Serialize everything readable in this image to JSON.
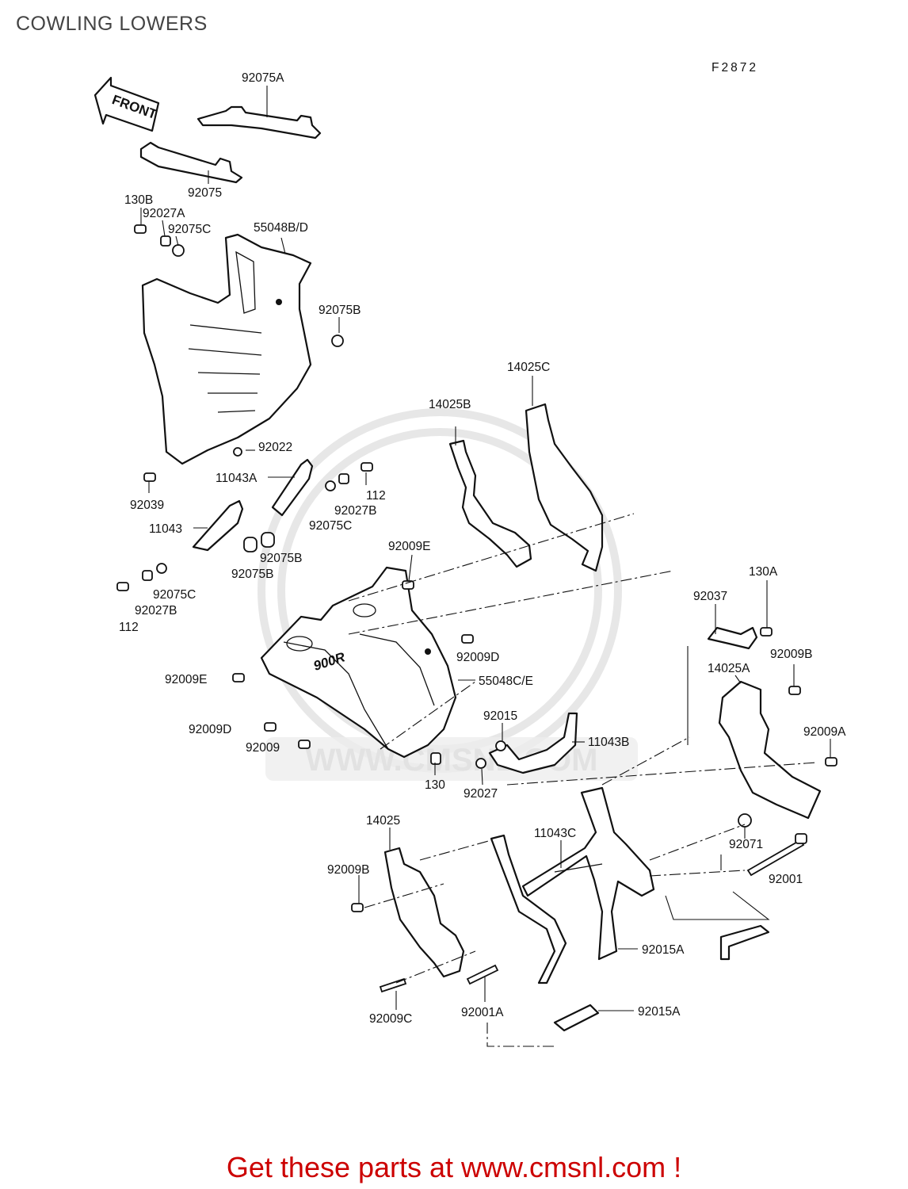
{
  "title": "COWLING LOWERS",
  "figure_id": "F2872",
  "front_arrow_label": "FRONT",
  "model_mark": "900R",
  "watermark_text": "WWW.CMSNL.COM",
  "promo_text": "Get these parts at www.cmsnl.com !",
  "colors": {
    "title": "#444444",
    "promo": "#cc0000",
    "line": "#111111",
    "watermark": "#dddddd"
  },
  "labels": {
    "p92075A": "92075A",
    "p92075": "92075",
    "p130B": "130B",
    "p92027A": "92027A",
    "p92075C_top": "92075C",
    "p55048BD": "55048B/D",
    "p92075B_top": "92075B",
    "p92022": "92022",
    "p92039": "92039",
    "p11043A": "11043A",
    "p112_right": "112",
    "p92027B_right": "92027B",
    "p92075C_mid": "92075C",
    "p11043": "11043",
    "p92075B_a": "92075B",
    "p92075B_b": "92075B",
    "p92075C_low": "92075C",
    "p92027B_low": "92027B",
    "p112_low": "112",
    "p14025B": "14025B",
    "p14025C": "14025C",
    "p92009E_top": "92009E",
    "p130A": "130A",
    "p92037": "92037",
    "p92009D_right": "92009D",
    "p92009B_right": "92009B",
    "p14025A": "14025A",
    "p92009E_left": "92009E",
    "p55048CE": "55048C/E",
    "p92009A": "92009A",
    "p92015": "92015",
    "p92009D_left": "92009D",
    "p11043B": "11043B",
    "p92009": "92009",
    "p130": "130",
    "p92027": "92027",
    "p14025": "14025",
    "p11043C": "11043C",
    "p92071": "92071",
    "p92009B_left": "92009B",
    "p92001": "92001",
    "p92015A_upper": "92015A",
    "p92001A": "92001A",
    "p92009C": "92009C",
    "p92015A_lower": "92015A"
  }
}
